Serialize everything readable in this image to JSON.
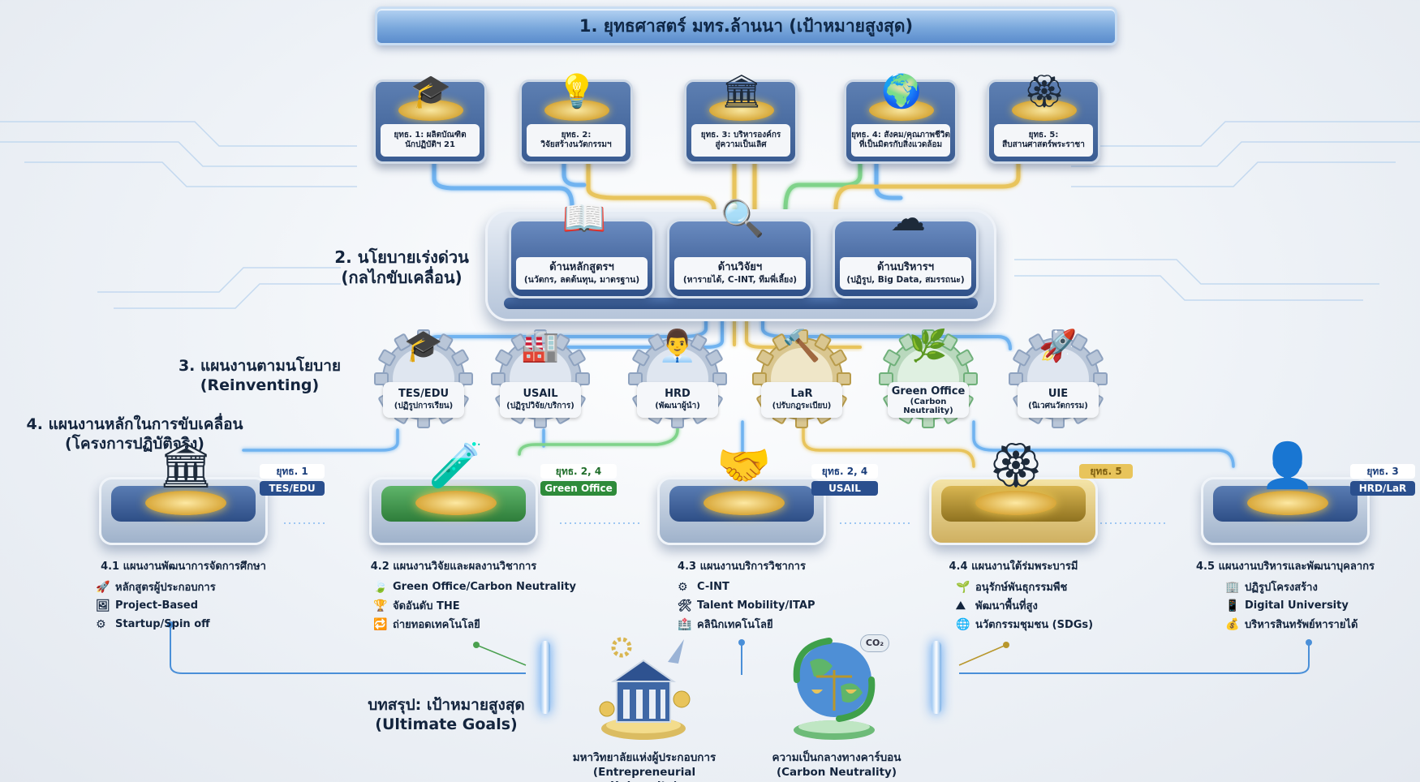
{
  "banner": "1. ยุทธศาสตร์ มทร.ล้านนา (เป้าหมายสูงสุด)",
  "strategies": [
    {
      "line1": "ยุทธ. 1: ผลิตบัณฑิต",
      "line2": "นักปฏิบัติฯ 21",
      "icon": "graduate-gear-icon"
    },
    {
      "line1": "ยุทธ. 2:",
      "line2": "วิจัยสร้างนวัตกรรมฯ",
      "icon": "lightbulb-icon"
    },
    {
      "line1": "ยุทธ. 3: บริหารองค์กร",
      "line2": "สู่ความเป็นเลิศ",
      "icon": "institution-arrow-icon"
    },
    {
      "line1": "ยุทธ. 4: สังคม/คุณภาพชีวิต",
      "line2": "ที่เป็นมิตรกับสิ่งแวดล้อม",
      "icon": "globe-leaf-icon"
    },
    {
      "line1": "ยุทธ. 5:",
      "line2": "สืบสานศาสตร์พระราชา",
      "icon": "royal-emblem-icon"
    }
  ],
  "policy": {
    "heading_line1": "2. นโยบายเร่งด่วน",
    "heading_line2": "(กลไกขับเคลื่อน)",
    "items": [
      {
        "title": "ด้านหลักสูตรฯ",
        "sub": "(นวัตกร, ลดต้นทุน, มาตรฐาน)",
        "icon": "book-chart-icon"
      },
      {
        "title": "ด้านวิจัยฯ",
        "sub": "(หารายได้, C-INT, ทีมพี่เลี้ยง)",
        "icon": "coin-magnifier-icon"
      },
      {
        "title": "ด้านบริหารฯ",
        "sub": "(ปฏิรูป, Big Data, สมรรถนะ)",
        "icon": "cloud-network-icon"
      }
    ]
  },
  "workplan": {
    "heading_line1": "3. แผนงานตามนโยบาย",
    "heading_line2": "(Reinventing)",
    "gears": [
      {
        "title": "TES/EDU",
        "sub": "(ปฏิรูปการเรียน)",
        "icon": "mortarboard-icon"
      },
      {
        "title": "USAIL",
        "sub": "(ปฏิรูปวิจัย/บริการ)",
        "icon": "factory-tree-icon"
      },
      {
        "title": "HRD",
        "sub": "(พัฒนาผู้นำ)",
        "icon": "leader-icon"
      },
      {
        "title": "LaR",
        "sub": "(ปรับกฎระเบียบ)",
        "icon": "gavel-icon"
      },
      {
        "title": "Green Office",
        "sub": "(Carbon Neutrality)",
        "icon": "leaf-plug-icon"
      },
      {
        "title": "UIE",
        "sub": "(นิเวศนวัตกรรม)",
        "icon": "rocket-icon"
      }
    ]
  },
  "mainplan": {
    "heading_line1": "4. แผนงานหลักในการขับเคลื่อน",
    "heading_line2": "(โครงการปฏิบัติจริง)",
    "plans": [
      {
        "title": "4.1 แผนงานพัฒนาการจัดการศึกษา",
        "tag_a": "ยุทธ. 1",
        "tag_b": "TES/EDU",
        "icon": "building-growth-icon",
        "items": [
          {
            "icon": "rocket-icon",
            "text": "หลักสูตรผู้ประกอบการ"
          },
          {
            "icon": "board-icon",
            "text": "Project-Based"
          },
          {
            "icon": "gears-icon",
            "text": "Startup/Spin off"
          }
        ]
      },
      {
        "title": "4.2 แผนงานวิจัยและผลงานวิชาการ",
        "tag_a": "ยุทธ. 2, 4",
        "tag_b": "Green Office",
        "icon": "flask-chart-icon",
        "items": [
          {
            "icon": "leaf-gear-icon",
            "text": "Green Office/Carbon Neutrality"
          },
          {
            "icon": "trophy-icon",
            "text": "จัดอันดับ THE"
          },
          {
            "icon": "transfer-icon",
            "text": "ถ่ายทอดเทคโนโลยี"
          }
        ]
      },
      {
        "title": "4.3 แผนงานบริการวิชาการ",
        "tag_a": "ยุทธ. 2, 4",
        "tag_b": "USAIL",
        "icon": "handshake-icon",
        "items": [
          {
            "icon": "gear-icon",
            "text": "C-INT"
          },
          {
            "icon": "tools-icon",
            "text": "Talent Mobility/ITAP"
          },
          {
            "icon": "clinic-icon",
            "text": "คลินิกเทคโนโลยี"
          }
        ]
      },
      {
        "title": "4.4 แผนงานใต้ร่มพระบารมี",
        "tag_a": "ยุทธ. 5",
        "tag_b": "",
        "icon": "royal-emblem-icon",
        "items": [
          {
            "icon": "sprout-icon",
            "text": "อนุรักษ์พันธุกรรมพืช"
          },
          {
            "icon": "mountain-icon",
            "text": "พัฒนาพื้นที่สูง"
          },
          {
            "icon": "sdg-icon",
            "text": "นวัตกรรมชุมชน (SDGs)"
          }
        ]
      },
      {
        "title": "4.5 แผนงานบริหารและพัฒนาบุคลากร",
        "tag_a": "ยุทธ. 3",
        "tag_b": "HRD/LaR",
        "icon": "org-chart-icon",
        "items": [
          {
            "icon": "structure-icon",
            "text": "ปฏิรูปโครงสร้าง"
          },
          {
            "icon": "tablet-icon",
            "text": "Digital University"
          },
          {
            "icon": "money-icon",
            "text": "บริหารสินทรัพย์หารายได้"
          }
        ]
      }
    ]
  },
  "conclusion": {
    "heading_line1": "บทสรุป: เป้าหมายสูงสุด",
    "heading_line2": "(Ultimate Goals)",
    "goals": [
      {
        "line1": "มหาวิทยาลัยแห่งผู้ประกอบการ",
        "line2": "(Entrepreneurial University)",
        "icon": "university-rocket-icon"
      },
      {
        "line1": "ความเป็นกลางทางคาร์บอน",
        "line2": "(Carbon Neutrality)",
        "icon": "globe-scale-icon",
        "badge": "CO₂"
      }
    ]
  },
  "colors": {
    "blue": "#2a4f8e",
    "green": "#2e8b3a",
    "gold": "#d9b651",
    "wire_blue": "#6fb3f0",
    "wire_gold": "#e8c45b",
    "wire_green": "#7fd38a"
  }
}
